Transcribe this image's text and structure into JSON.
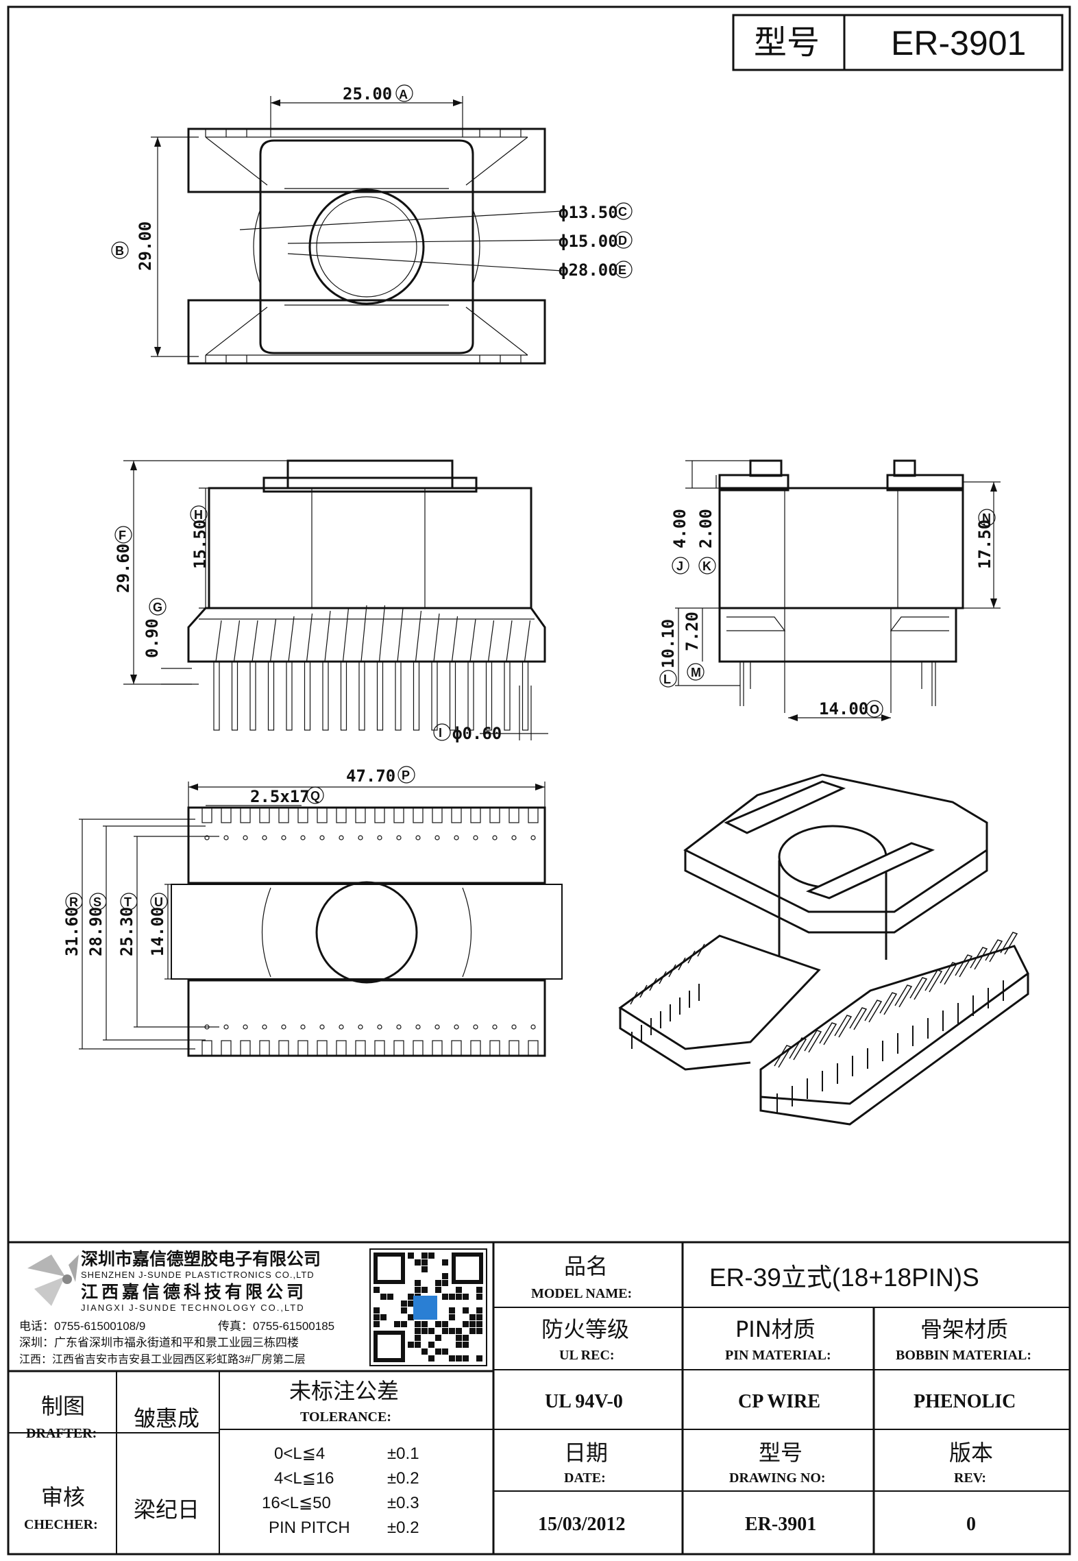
{
  "header": {
    "model_label": "型号",
    "model_value": "ER-3901"
  },
  "top_view": {
    "dims": {
      "width": "25.00",
      "width_tag": "A",
      "height": "29.00",
      "height_tag": "B",
      "d1": "ϕ13.50",
      "d1_tag": "C",
      "d2": "ϕ15.00",
      "d2_tag": "D",
      "d3": "ϕ28.00",
      "d3_tag": "E"
    }
  },
  "front_view": {
    "dims": {
      "total_height": "29.60",
      "total_height_tag": "F",
      "base_gap": "0.90",
      "base_gap_tag": "G",
      "winding_height": "15.50",
      "winding_height_tag": "H",
      "pin_dia": "ϕ0.60",
      "pin_dia_tag": "I"
    }
  },
  "side_view": {
    "dims": {
      "d_4": "4.00",
      "d_4_tag": "J",
      "d_2": "2.00",
      "d_2_tag": "K",
      "d_10": "10.10",
      "d_10_tag": "L",
      "d_7": "7.20",
      "d_7_tag": "M",
      "d_17": "17.50",
      "d_17_tag": "N",
      "d_14": "14.00",
      "d_14_tag": "O"
    }
  },
  "bottom_view": {
    "dims": {
      "length": "47.70",
      "length_tag": "P",
      "pitch": "2.5x17",
      "pitch_tag": "Q",
      "w1": "31.60",
      "w1_tag": "R",
      "w2": "28.90",
      "w2_tag": "S",
      "w3": "25.30",
      "w3_tag": "T",
      "w4": "14.00",
      "w4_tag": "U"
    }
  },
  "company": {
    "name_cn_1": "深圳市嘉信德塑胶电子有限公司",
    "name_en_1": "SHENZHEN J-SUNDE PLASTICTRONICS CO.,LTD",
    "name_cn_2": "江西嘉信德科技有限公司",
    "name_en_2": "JIANGXI J-SUNDE TECHNOLOGY CO.,LTD",
    "phone": "电话：0755-61500108/9",
    "fax": "传真：0755-61500185",
    "addr_sz": "深圳：广东省深圳市福永街道和平和景工业园三栋四楼",
    "addr_jx": "江西：江西省吉安市吉安县工业园西区彩虹路3#厂房第二层"
  },
  "title_block": {
    "model_name_cn": "品名",
    "model_name_en": "MODEL NAME:",
    "model_name_value": "ER-39立式(18+18PIN)S",
    "ul_cn": "防火等级",
    "ul_en": "UL REC:",
    "pin_mat_cn": "PIN材质",
    "pin_mat_en": "PIN MATERIAL:",
    "bobbin_mat_cn": "骨架材质",
    "bobbin_mat_en": "BOBBIN MATERIAL:",
    "ul_value": "UL 94V-0",
    "pin_mat_value": "CP WIRE",
    "bobbin_mat_value": "PHENOLIC",
    "date_cn": "日期",
    "date_en": "DATE:",
    "drawing_cn": "型号",
    "drawing_en": "DRAWING NO:",
    "rev_cn": "版本",
    "rev_en": "REV:",
    "date_value": "15/03/2012",
    "drawing_value": "ER-3901",
    "rev_value": "0",
    "drafter_cn": "制图",
    "drafter_en": "DRAFTER:",
    "drafter_value": "皱惠成",
    "checker_cn": "审核",
    "checker_en": "CHECHER:",
    "checker_value": "梁纪日",
    "tolerance_cn": "未标注公差",
    "tolerance_en": "TOLERANCE:",
    "tolerances": [
      {
        "range": "0<L≦4",
        "value": "±0.1"
      },
      {
        "range": "4<L≦16",
        "value": "±0.2"
      },
      {
        "range": "16<L≦50",
        "value": "±0.3"
      },
      {
        "range": "PIN PITCH",
        "value": "±0.2"
      }
    ]
  }
}
